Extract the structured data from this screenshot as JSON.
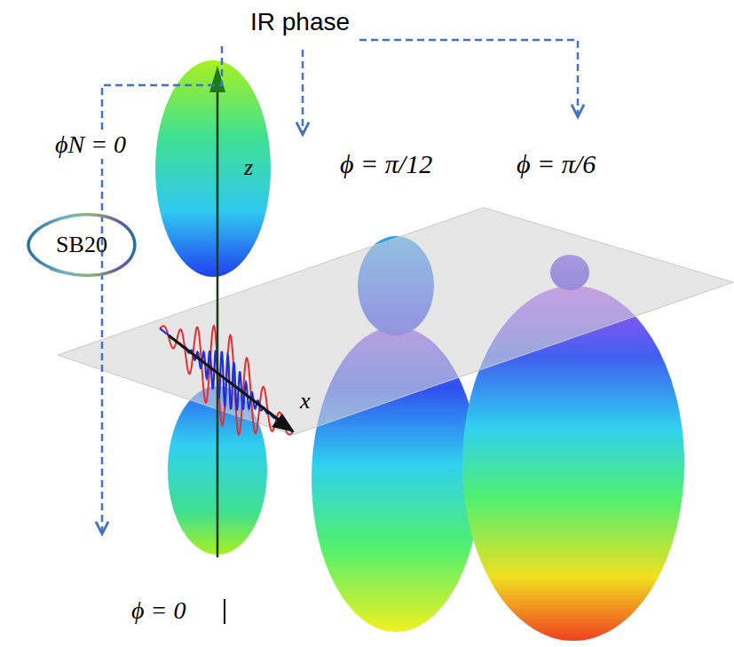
{
  "diagram": {
    "nodes": [
      {
        "text": [
          "SB20"
        ]
      }
    ],
    "edges": [],
    "labels": [
      "IR phase",
      "ϕN = 0",
      "z",
      "ϕ = π/12",
      "ϕ = π/6",
      "x",
      "ϕ = 0"
    ]
  }
}
